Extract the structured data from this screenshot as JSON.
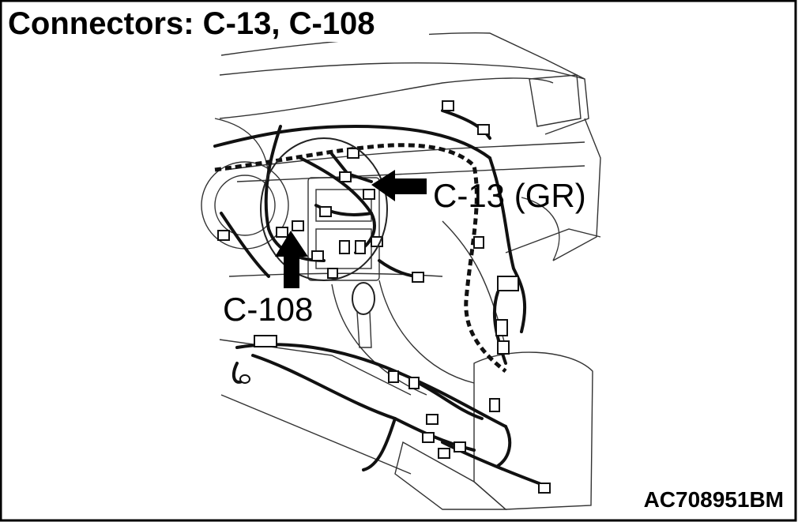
{
  "diagram": {
    "title": "Connectors: C-13, C-108",
    "callouts": {
      "c13": "C-13 (GR)",
      "c108": "C-108"
    },
    "figure_id": "AC708951BM"
  }
}
